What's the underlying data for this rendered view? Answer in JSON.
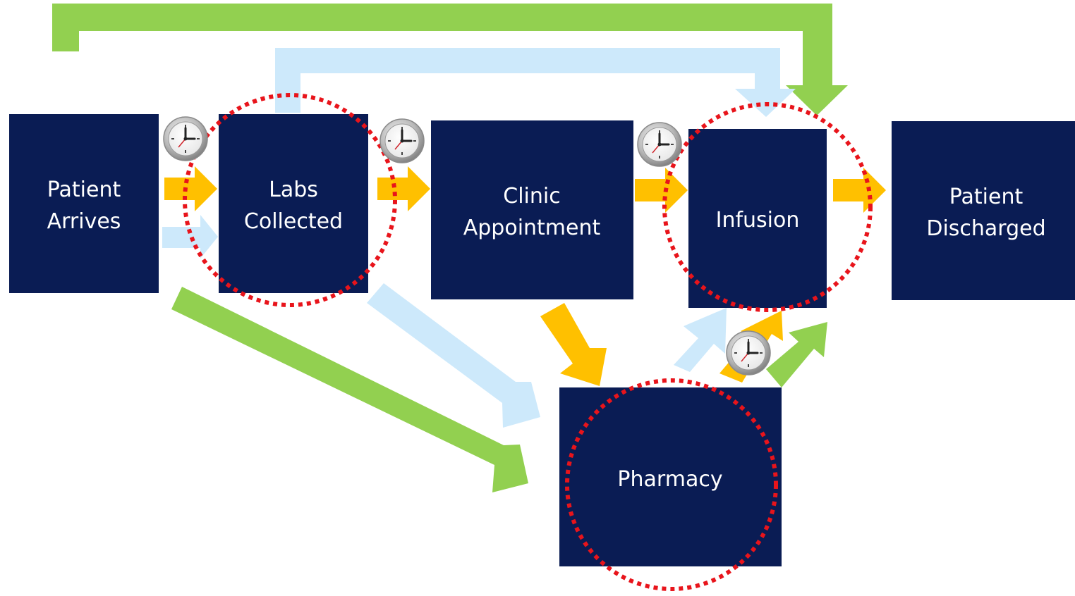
{
  "colors": {
    "box_fill": "#0a1c54",
    "box_text": "#ffffff",
    "orange_arrow": "#ffc000",
    "blue_arrow": "#cde9fb",
    "green_arrow": "#92d050",
    "highlight_circle": "#e8141b"
  },
  "nodes": {
    "patient_arrives": {
      "line1": "Patient",
      "line2": "Arrives"
    },
    "labs_collected": {
      "line1": "Labs",
      "line2": "Collected"
    },
    "clinic_appointment": {
      "line1": "Clinic",
      "line2": "Appointment"
    },
    "infusion": {
      "line1": "Infusion"
    },
    "patient_discharged": {
      "line1": "Patient",
      "line2": "Discharged"
    },
    "pharmacy": {
      "line1": "Pharmacy"
    }
  },
  "icons": {
    "wait_marker": "clock-icon",
    "bottleneck_marker": "dotted-circle"
  }
}
